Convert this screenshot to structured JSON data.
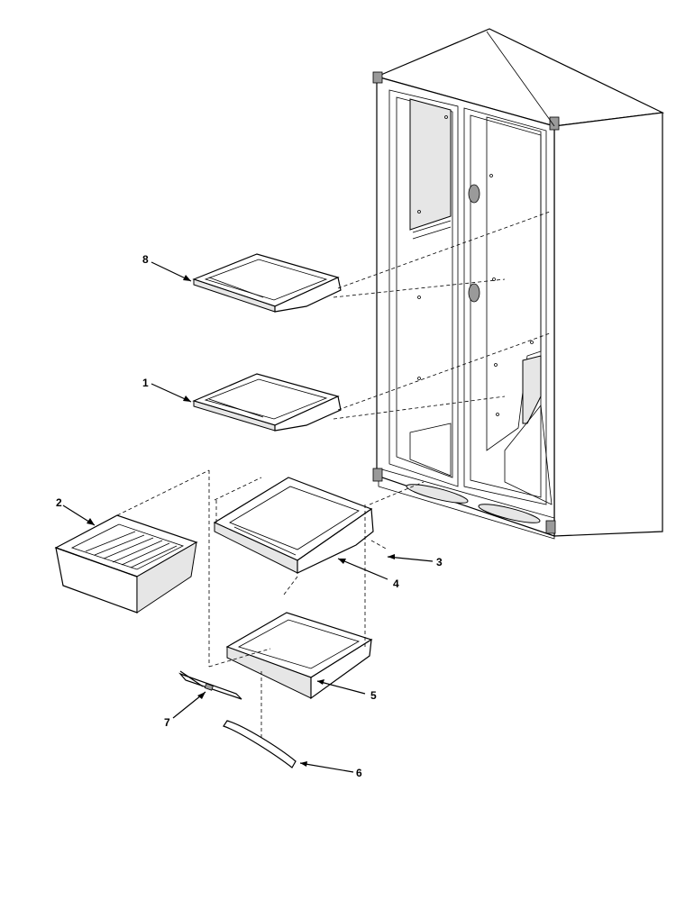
{
  "callouts": [
    {
      "id": "c8",
      "text": "8"
    },
    {
      "id": "c1",
      "text": "1"
    },
    {
      "id": "c2",
      "text": "2"
    },
    {
      "id": "c3",
      "text": "3"
    },
    {
      "id": "c4",
      "text": "4"
    },
    {
      "id": "c5",
      "text": "5"
    },
    {
      "id": "c6",
      "text": "6"
    },
    {
      "id": "c7",
      "text": "7"
    }
  ]
}
